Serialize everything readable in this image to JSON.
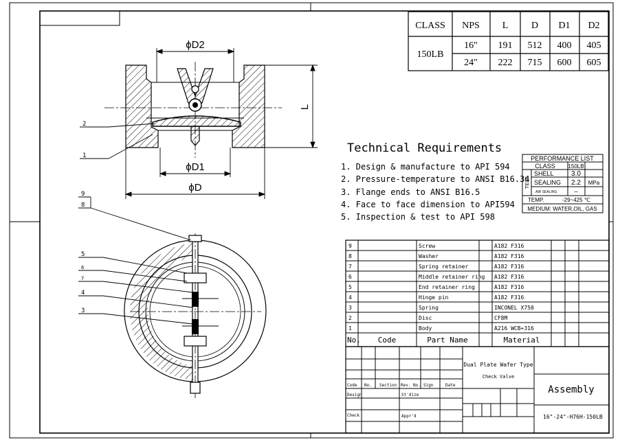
{
  "spec_table": {
    "headers": [
      "CLASS",
      "NPS",
      "L",
      "D",
      "D1",
      "D2"
    ],
    "class_value": "150LB",
    "rows": [
      [
        "16\"",
        "191",
        "512",
        "400",
        "405"
      ],
      [
        "24\"",
        "222",
        "715",
        "600",
        "605"
      ]
    ]
  },
  "dimensions": {
    "d2": "ϕD2",
    "d1": "ϕD1",
    "d": "ϕD",
    "l": "L"
  },
  "balloons": [
    "1",
    "2",
    "3",
    "4",
    "5",
    "6",
    "7",
    "8",
    "9"
  ],
  "technical": {
    "title": "Technical Requirements",
    "items": [
      "1. Design & manufacture to API 594",
      "2. Pressure-temperature to ANSI B16.34",
      "3. Flange ends to ANSI B16.5",
      "4. Face to face dimension to API594",
      "5.  Inspection & test to API 598"
    ]
  },
  "performance": {
    "title": "PERFORMANCE  LIST",
    "class_label": "CLASS",
    "class_value": "150LB",
    "test_label": "TEST",
    "shell_label": "SHELL",
    "shell_value": "3.0",
    "sealing_label": "SEALING",
    "sealing_value": "2.2",
    "unit": "MPa",
    "air_label": "AIR SEALING",
    "air_value": "--",
    "temp_label": "TEMP.",
    "temp_value": "-29~425 ℃",
    "medium": "MEDIUM: WATER,OIL, GAS"
  },
  "parts": {
    "rows": [
      {
        "no": "9",
        "name": "Screw",
        "material": "A182 F316"
      },
      {
        "no": "8",
        "name": "Washer",
        "material": "A182 F316"
      },
      {
        "no": "7",
        "name": "Spring retainer",
        "material": "A182 F316"
      },
      {
        "no": "6",
        "name": "Middle retainer ring",
        "material": "A182 F316"
      },
      {
        "no": "5",
        "name": "End retainer ring",
        "material": "A182 F316"
      },
      {
        "no": "4",
        "name": "Hinge pin",
        "material": "A182 F316"
      },
      {
        "no": "3",
        "name": "Spring",
        "material": "INCONEL X750"
      },
      {
        "no": "2",
        "name": "Disc",
        "material": "CF8M"
      },
      {
        "no": "1",
        "name": "Body",
        "material": "A216 WCB+316"
      }
    ],
    "header_no": "No.",
    "header_code": "Code",
    "header_name": "Part Name",
    "header_material": "Material"
  },
  "title_block": {
    "product_line1": "Dual Plate Wafer Type",
    "product_line2": "Check Valve",
    "assembly": "Assembly",
    "drawing_no": "16\"-24\"-H76H-150LB",
    "col_code": "Code",
    "col_no": "No.",
    "col_section": "Section",
    "col_rev": "Rev. No.",
    "col_sign": "Sign",
    "col_date": "Date",
    "design": "Design",
    "stdize": "St'dize",
    "check": "Check",
    "apprd": "Appr'd"
  }
}
